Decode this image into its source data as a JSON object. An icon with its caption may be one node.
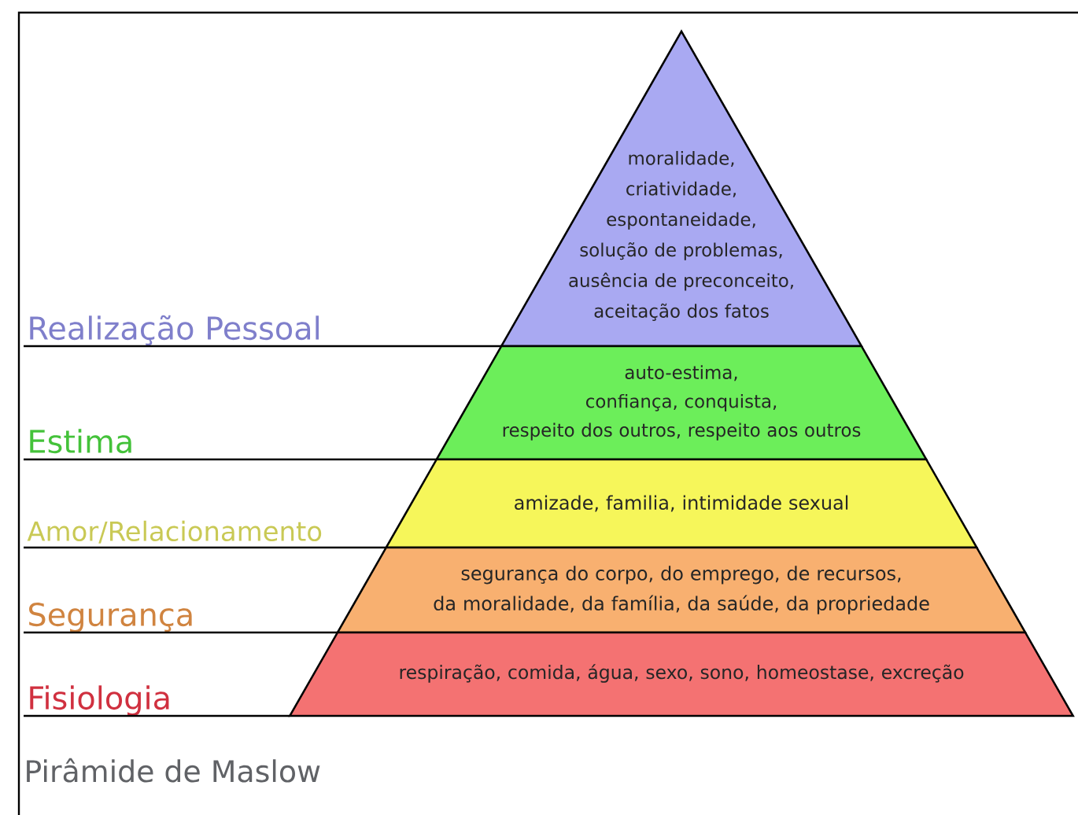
{
  "diagram": {
    "caption": "Pirâmide de Maslow",
    "nodes": [
      {
        "text": [
          "moralidade, criatividade, espontaneidade, solução de problemas, ausência de preconceito, aceitação dos fatos"
        ]
      },
      {
        "text": [
          "auto-estima, confiança, conquista, respeito dos outros, respeito aos outros"
        ]
      },
      {
        "text": [
          "amizade, familia, intimidade sexual"
        ]
      },
      {
        "text": [
          "segurança do corpo, do emprego, de recursos, da moralidade, da família, da saúde, da propriedade"
        ]
      },
      {
        "text": [
          "respiração, comida, água, sexo, sono, homeostase, excreção"
        ]
      },
      {
        "text": [
          "Realização Pessoal"
        ]
      },
      {
        "text": [
          "Estima"
        ]
      },
      {
        "text": [
          "Amor/Relacionamento"
        ]
      },
      {
        "text": [
          "Segurança"
        ]
      },
      {
        "text": [
          "Fisiologia"
        ]
      }
    ],
    "edges": [
      {
        "from": 5,
        "to": 0,
        "arrow": "none"
      },
      {
        "from": 6,
        "to": 1,
        "arrow": "none"
      },
      {
        "from": 7,
        "to": 2,
        "arrow": "none"
      },
      {
        "from": 8,
        "to": 3,
        "arrow": "none"
      },
      {
        "from": 9,
        "to": 4,
        "arrow": "none"
      }
    ]
  }
}
